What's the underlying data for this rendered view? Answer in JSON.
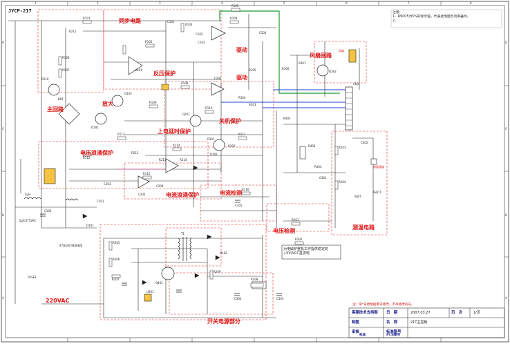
{
  "header": {
    "model": "JYCP-217"
  },
  "sections": {
    "sync": "同步电路",
    "overheat": "反压保护",
    "drive": "驱动",
    "power_fan": "风扇回路",
    "main_circuit": "主回路",
    "amplify": "放大",
    "overvoltage": "上电延时保护",
    "shutdown": "关机保护",
    "voltage_protect": "电压浪涌保护",
    "current_detect": "电流检测",
    "current_surge": "电流浪涌保护",
    "voltage_detect": "电压检测",
    "temp": "测温电路",
    "switching_psu": "开关电源部分",
    "temp_sense": "测温电路"
  },
  "notes": {
    "top_right": "注意：\n1、R9005为5%的标示值，代表此电阻为功率器件。\n2、",
    "aux_box": "为电磁炉整机工作提供稳定的+5V/VCC直流电",
    "bottom_note": "注：带*号者根据需求修改，不带修改的号。",
    "input": "220VAC",
    "l1": "5μH",
    "c_main": "5μF/275VAC",
    "aux": "47Ω/2W 限流电阻",
    "igbt": "IGBT",
    "fan_label": "风扇",
    "temp_label": "线盘温度"
  },
  "title_block": {
    "l_dept": "客服技术支持部",
    "l_date": "日　期",
    "date": "2007.03.27",
    "l_page": "页　次",
    "page": "1/页",
    "l_made": "制图",
    "l_name": "名　称",
    "name": "21T主控板",
    "l_check": "审核",
    "l_check2": "标准图号",
    "l_approve": "批准",
    "l_pcb": "PCB图号"
  },
  "grid": {
    "cols": [
      "1",
      "2",
      "3",
      "4",
      "5",
      "6",
      "7",
      "8"
    ],
    "rows": [
      "D",
      "C",
      "B",
      "A"
    ]
  },
  "parts": [
    "R101",
    "R102",
    "R103",
    "R104",
    "R105",
    "R106",
    "R107",
    "R108",
    "R109",
    "R110",
    "R111",
    "R112",
    "R113",
    "R114",
    "R115",
    "R116",
    "R201",
    "R202",
    "R203",
    "R204",
    "R205",
    "R206",
    "R207",
    "R208",
    "R209",
    "R210",
    "R211",
    "R212",
    "R213",
    "R214",
    "R301",
    "R302",
    "R303",
    "R304",
    "R305",
    "R306",
    "R401",
    "R402",
    "R403",
    "R404",
    "C101",
    "C102",
    "C103",
    "C104",
    "C105",
    "C201",
    "C202",
    "C203",
    "C204",
    "C301",
    "C302",
    "C303",
    "C401",
    "C402",
    "Q101",
    "Q102",
    "Q201",
    "Q301",
    "Q302",
    "Q401",
    "U201",
    "U202",
    "U301",
    "T1",
    "D101",
    "D102",
    "CN1",
    "IGBT1",
    "BR1",
    "FUSE1"
  ]
}
